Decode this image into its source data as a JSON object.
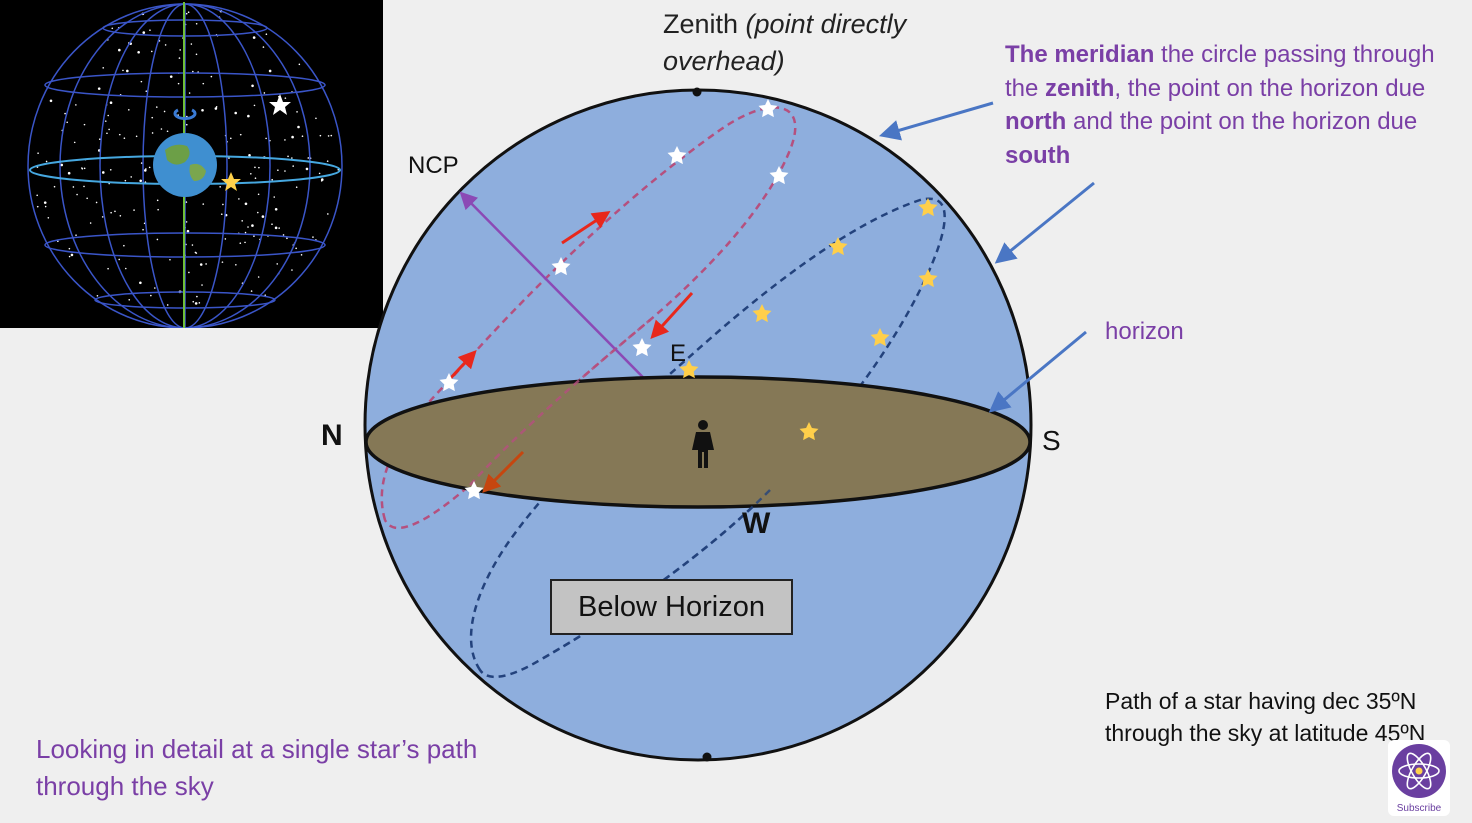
{
  "diagram": {
    "zenith_title": "Zenith ",
    "zenith_italic_1": "(point directly",
    "zenith_italic_2": "overhead)",
    "meridian_parts": {
      "p1": "The meridian",
      "p2": " the circle passing through the ",
      "p3": "zenith",
      "p4": ", the point on the horizon due ",
      "p5": "north",
      "p6": " and the point on the horizon due ",
      "p7": "south"
    },
    "horizon_label": "horizon",
    "ncp_label": "NCP",
    "dir_n": "N",
    "dir_s": "S",
    "dir_e": "E",
    "dir_w": "W",
    "below_horizon": "Below Horizon",
    "path_note": "Path of a star having dec 35ºN through the sky at latitude 45ºN",
    "looking_caption": "Looking in detail at a single star’s path through the sky",
    "subscribe": "Subscribe"
  },
  "colors": {
    "sphere": "#8eaedd",
    "horizon_disc": "#857856",
    "ncp_arrow": "#8b4ab5",
    "red_path": "#b5507e",
    "blue_path": "#23427c",
    "pointer": "#4a76c4",
    "text_purple": "#7a3fa6"
  }
}
